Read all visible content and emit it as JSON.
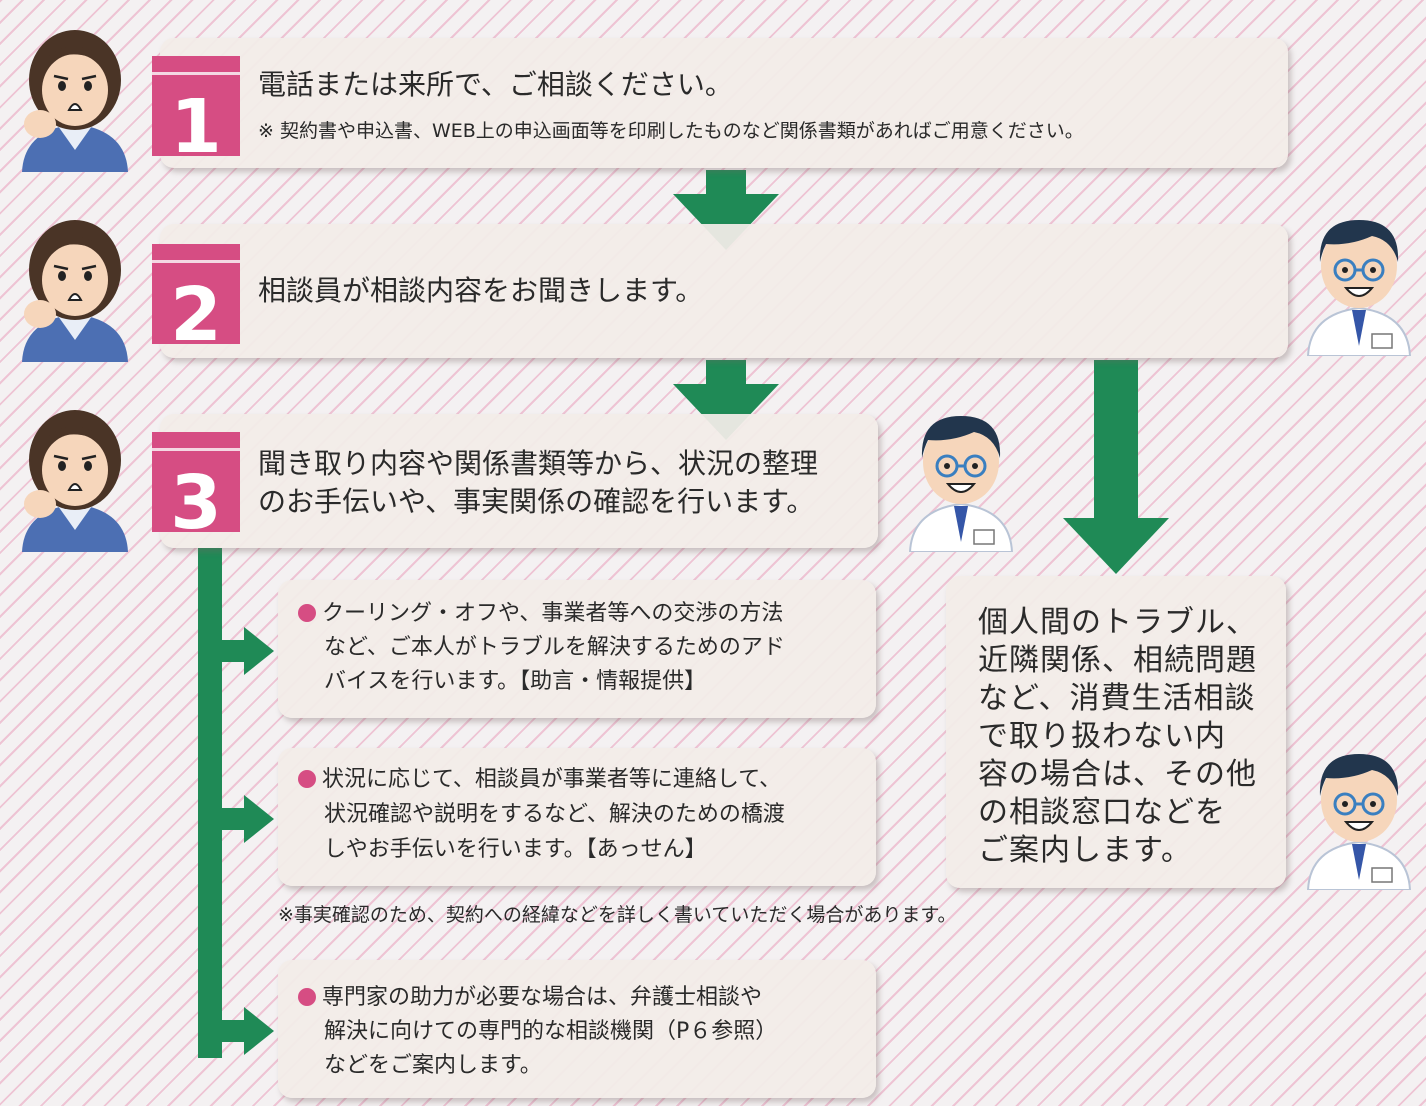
{
  "steps": [
    {
      "number": "1",
      "title": "電話または来所で、ご相談ください。",
      "note": "※ 契約書や申込書、WEB上の申込画面等を印刷したものなど関係書類があればご用意ください。"
    },
    {
      "number": "2",
      "title": "相談員が相談内容をお聞きします。"
    },
    {
      "number": "3",
      "title_lines": [
        "聞き取り内容や関係書類等から、状況の整理",
        "のお手伝いや、事実関係の確認を行います。"
      ]
    }
  ],
  "outcomes": [
    {
      "lines": [
        "クーリング・オフや、事業者等への交渉の方法",
        "など、ご本人がトラブルを解決するためのアド",
        "バイスを行います。【助言・情報提供】"
      ]
    },
    {
      "lines": [
        "状況に応じて、相談員が事業者等に連絡して、",
        "状況確認や説明をするなど、解決のための橋渡",
        "しやお手伝いを行います。【あっせん】"
      ]
    },
    {
      "lines": [
        "専門家の助力が必要な場合は、弁護士相談や",
        "解決に向けての専門的な相談機関（P６参照）",
        "などをご案内します。"
      ]
    }
  ],
  "mediation_note": "※事実確認のため、契約への経緯などを詳しく書いていただく場合があります。",
  "side_box": {
    "lines": [
      "個人間のトラブル、",
      "近隣関係、相続問題",
      "など、消費生活相談",
      "で取り扱わない内",
      "容の場合は、その他",
      "の相談窓口などを",
      "ご案内します。"
    ]
  },
  "colors": {
    "accent_pink": "#d64d83",
    "arrow_green": "#1f8a56",
    "box_bg": "#f2ece8"
  },
  "icons": {
    "consumer": "worried-person-icon",
    "counselor": "counselor-icon"
  }
}
